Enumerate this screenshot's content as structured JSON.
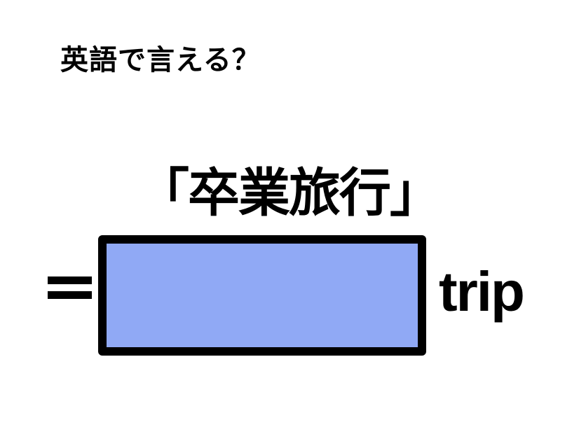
{
  "quiz": {
    "prompt": "英語で言える？",
    "term": "「卒業旅行」",
    "equals_sign": "=",
    "answer_blank": "",
    "suffix": "trip",
    "box_fill_color": "#90a9f5",
    "box_border_color": "#000000"
  }
}
